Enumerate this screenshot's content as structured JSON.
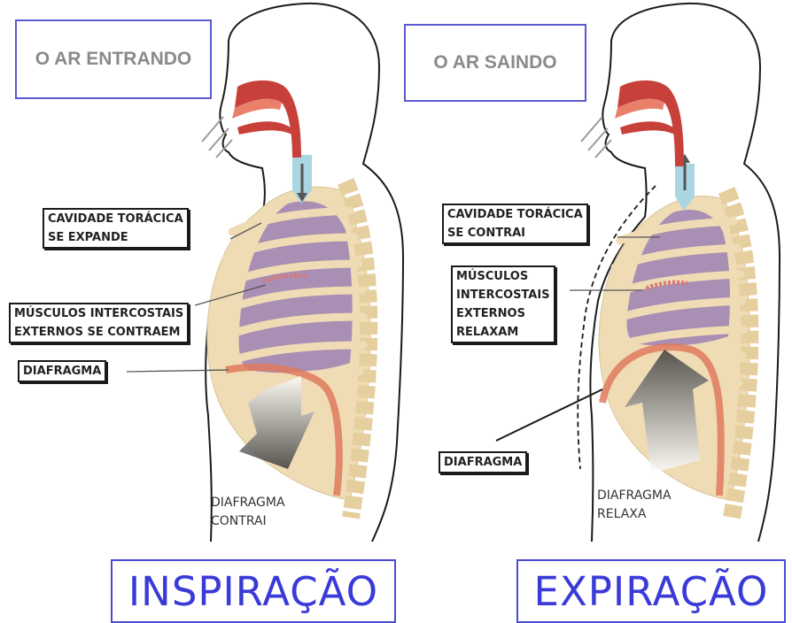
{
  "inspiration": {
    "title": "O AR ENTRANDO",
    "label_cavity": "CAVIDADE TORÁCICA\nSE EXPANDE",
    "label_muscles": "MÚSCULOS INTERCOSTAIS\nEXTERNOS SE CONTRAEM",
    "label_diaphragm": "DIAFRAGMA",
    "diaphragm_note": "DIAFRAGMA\nCONTRAI",
    "caption": "INSPIRAÇÃO"
  },
  "expiration": {
    "title": "O AR SAINDO",
    "label_cavity": "CAVIDADE TORÁCICA\nSE CONTRAI",
    "label_muscles": "MÚSCULOS\nINTERCOSTAIS\nEXTERNOS\nRELAXAM",
    "label_diaphragm": "DIAFRAGMA",
    "diaphragm_note": "DIAFRAGMA\nRELAXA",
    "caption": "EXPIRAÇÃO"
  },
  "colors": {
    "outline": "#1a1a1a",
    "bone": "#efdcb4",
    "lung": "#a98fb3",
    "airway": "#c8403a",
    "airway_light": "#e8806a",
    "trachea": "#a9d6e0",
    "caption_text": "#3a3ad8",
    "box_border": "#5a5ad0"
  }
}
